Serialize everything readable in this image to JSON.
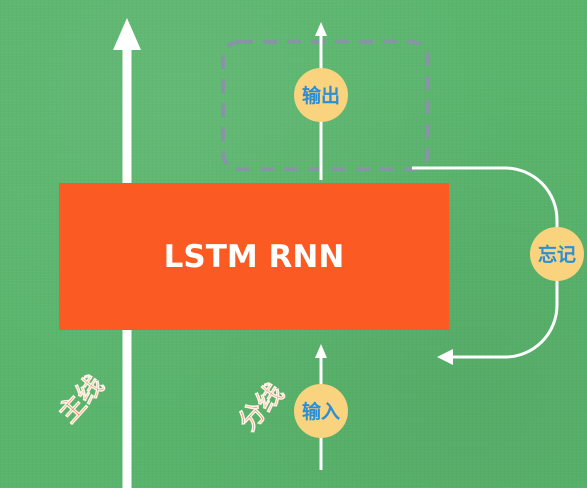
{
  "diagram": {
    "block_label": "LSTM RNN",
    "output_label": "输出",
    "input_label": "输入",
    "forget_label": "忘记",
    "main_line_label": "主线",
    "branch_line_label": "分线",
    "colors": {
      "background": "#59b56c",
      "block": "#fb5a22",
      "block_text": "#ffffff",
      "node_fill": "#f9d37e",
      "node_text": "#2a8fd6",
      "line_label": "#ff5a1f",
      "arrow": "#ffffff",
      "dashed_box": "#8694a6"
    }
  }
}
